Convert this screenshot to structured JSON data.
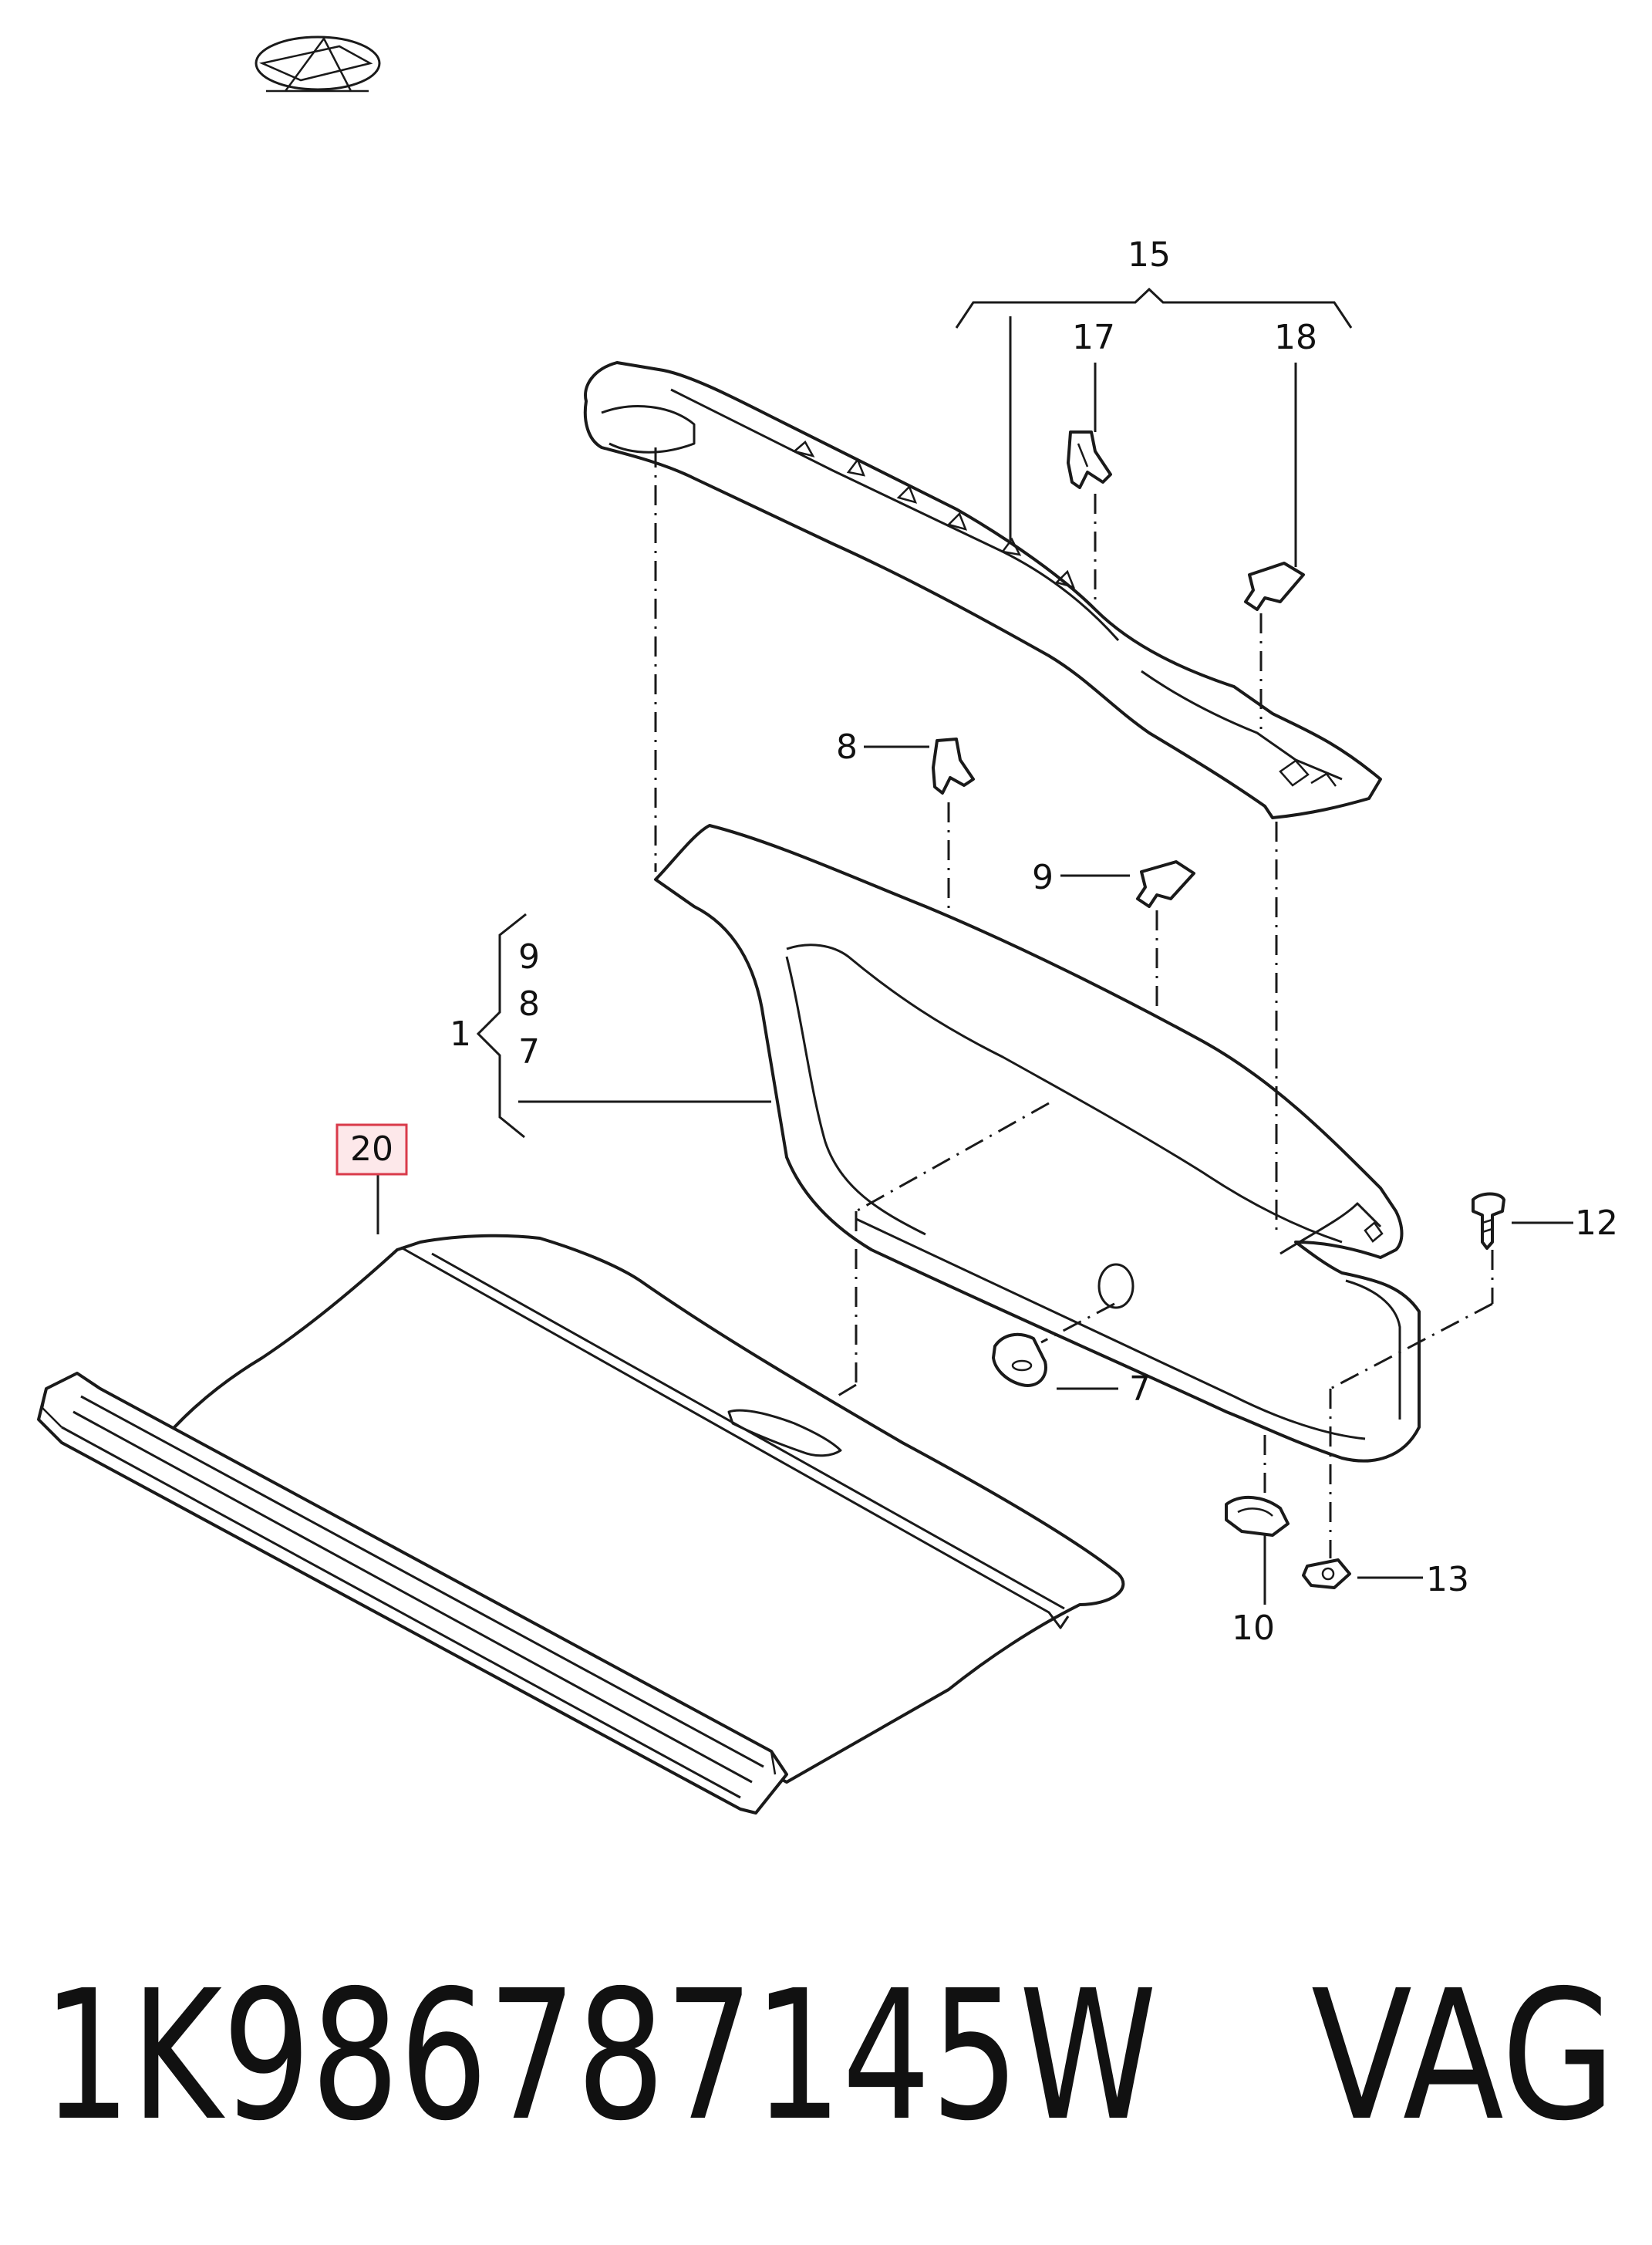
{
  "diagram": {
    "labels": {
      "n1": "1",
      "n7a": "7",
      "n7b": "7",
      "n8a": "8",
      "n8b": "8",
      "n9a": "9",
      "n9b": "9",
      "n10": "10",
      "n12": "12",
      "n13": "13",
      "n15": "15",
      "n17": "17",
      "n18": "18",
      "n20": "20"
    },
    "highlighted_label": "20",
    "highlight_color": "#d93a4a",
    "highlight_fill": "#fde8ea",
    "logo_icon": "manufacturer-logo-icon"
  },
  "footer": {
    "part_number": "1K986787145W",
    "brand": "VAG"
  }
}
